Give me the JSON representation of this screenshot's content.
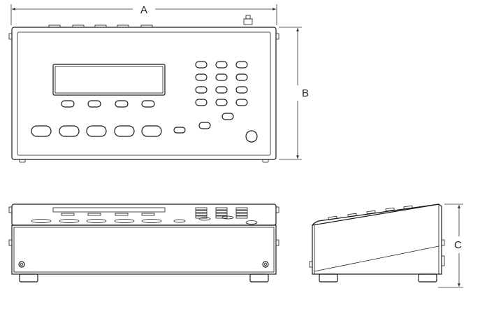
{
  "dimensions": {
    "width_label": "A",
    "height_label": "B",
    "depth_label": "C"
  },
  "views": [
    "front-view",
    "front-elevation-view",
    "side-view"
  ],
  "keypad": {
    "rows": 4,
    "columns": 3
  },
  "function_keys": {
    "count": 4
  },
  "large_keys": {
    "count": 5
  }
}
